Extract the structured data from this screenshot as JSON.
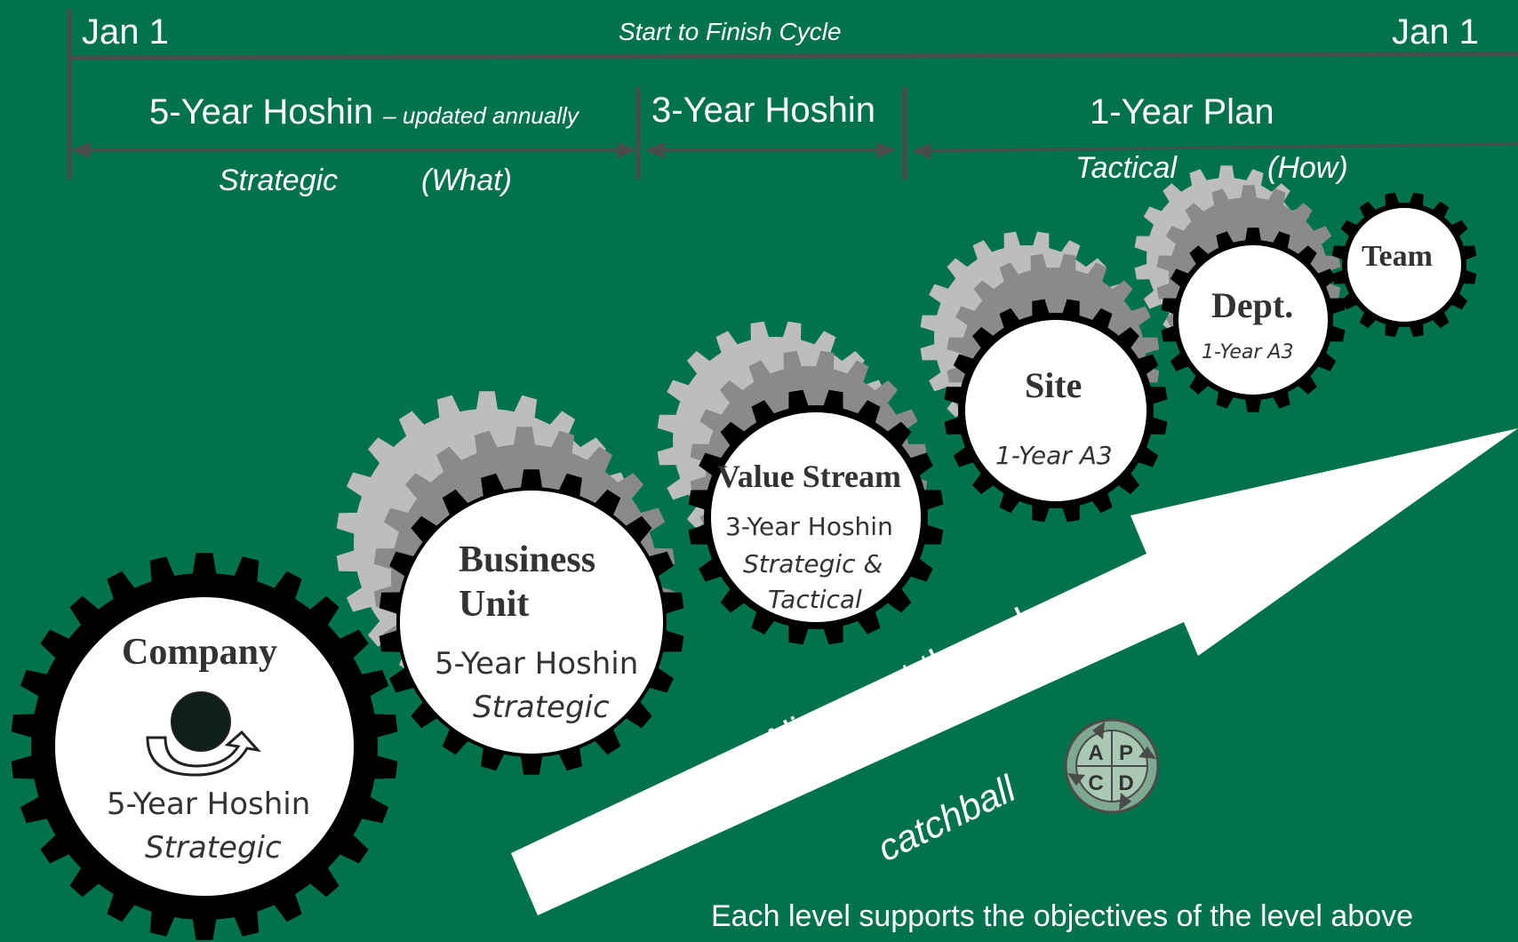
{
  "timeline": {
    "start_label": "Jan 1",
    "end_label": "Jan 1",
    "cycle_label": "Start to Finish Cycle",
    "phases": [
      {
        "title": "5-Year Hoshin",
        "suffix": "– updated annually"
      },
      {
        "title": "3-Year Hoshin"
      },
      {
        "title": "1-Year Plan"
      }
    ],
    "strategic_label": "Strategic",
    "what_label": "(What)",
    "tactical_label": "Tactical",
    "how_label": "(How)"
  },
  "gears": [
    {
      "name": "Company",
      "line1": "5-Year Hoshin",
      "line2": "Strategic"
    },
    {
      "name_line1": "Business",
      "name_line2": "Unit",
      "line1": "5-Year Hoshin",
      "line2": "Strategic"
    },
    {
      "name": "Value Stream",
      "line1": "3-Year Hoshin",
      "line2": "Strategic &",
      "line3": "Tactical"
    },
    {
      "name": "Site",
      "line1": "1-Year A3"
    },
    {
      "name": "Dept.",
      "line1": "1-Year A3"
    },
    {
      "name": "Team"
    }
  ],
  "arrow": {
    "line1": "Alignment through",
    "line2": "catchball"
  },
  "pdca": {
    "a": "A",
    "p": "P",
    "c": "C",
    "d": "D"
  },
  "footer": "Each level supports the objectives of the level above",
  "colors": {
    "background": "#00734a",
    "gear_black": "#000000",
    "gear_shadow_light": "#bdbdbd",
    "gear_shadow_dark": "#8a8a8a",
    "line_grey": "#4a4a4a"
  }
}
